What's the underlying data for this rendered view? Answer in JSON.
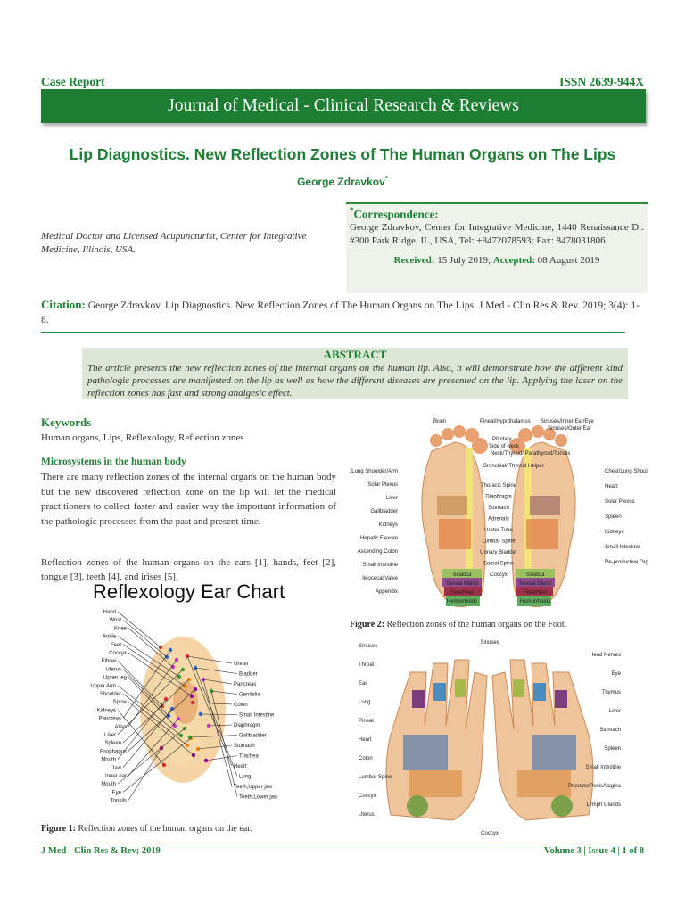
{
  "header": {
    "type_label": "Case Report",
    "issn": "ISSN 2639-944X",
    "journal": "Journal of Medical - Clinical Research & Reviews"
  },
  "article": {
    "title": "Lip Diagnostics. New Reflection Zones of The Human Organs on The Lips",
    "author": "George Zdravkov",
    "author_mark": "*",
    "affiliation": "Medical Doctor and Licensed Acupuncturist, Center for Integrative Medicine, Illinois, USA."
  },
  "correspondence": {
    "heading": "Correspondence:",
    "mark": "*",
    "text": "George Zdravkov, Center for Integrative Medicine, 1440 Renaissance Dr. #300 Park Ridge, IL, USA, Tel: +8472078593; Fax: 8478031806.",
    "received_label": "Received:",
    "received": "15 July 2019;",
    "accepted_label": "Accepted:",
    "accepted": "08 August 2019"
  },
  "citation": {
    "label": "Citation:",
    "text": "George Zdravkov. Lip Diagnostics. New Reflection Zones of The Human Organs on The Lips. J Med - Clin Res & Rev. 2019; 3(4): 1-8."
  },
  "abstract": {
    "heading": "ABSTRACT",
    "text": "The article presents the new reflection zones of the internal organs on the human lip. Also, it will demonstrate how the different kind pathologic processes are manifested on the lip as well as how the different diseases are presented on the lip. Applying the laser on the reflection zones has fast and strong analgesic effect."
  },
  "keywords": {
    "heading": "Keywords",
    "text": "Human organs, Lips, Reflexology, Reflection zones"
  },
  "section": {
    "heading": "Microsystems in the human body",
    "para1": "There are many reflection zones of the internal organs on the human body but the new discovered reflection zone on the lip will let the medical practitioners to collect faster and easier way the important information of the pathologic processes from the past and present time.",
    "para2": "Reflection zones of the human organs on the ears [1], hands, feet [2], tongue [3], teeth [4], and irises [5]."
  },
  "figure1": {
    "chart_title": "Reflexology Ear Chart",
    "caption_label": "Figure 1:",
    "caption": "Reflection zones of the human organs on the ear.",
    "labels_left": [
      "Hand",
      "Wrist",
      "Knee",
      "Ankle",
      "Feet",
      "Coccyx",
      "Elbow",
      "Uterus",
      "Upper leg",
      "Upper Arm",
      "Shoulder",
      "Spine",
      "Kidneys",
      "Pancreas",
      "Atlas",
      "Liver",
      "Spleen",
      "Esophagus",
      "Mouth",
      "Jaw",
      "Inner ear",
      "Mouth",
      "Eye",
      "Tonsils"
    ],
    "labels_right": [
      "Ureter",
      "Bladder",
      "Pancreas",
      "Genitalia",
      "Colon",
      "Small Intestine",
      "Diaphragm",
      "Gallbladder",
      "Stomach",
      "Trachea",
      "Heart",
      "Lung",
      "Teeth,Upper jaw",
      "Teeth,Lower jaw"
    ]
  },
  "figure2": {
    "caption_label": "Figure 2:",
    "caption": "Reflection zones of the human organs on the Foot.",
    "labels_top": [
      "Brain",
      "Pineal/Hypothalamus",
      "Sinuses/Inner Ear/Eye",
      "Sinuses/Outer Ear",
      "Pituitary",
      "Side of Neck",
      "Neck/Thyroid/ Parathyroid/Tonsils",
      "Bronchial/ Thyroid Helper"
    ],
    "labels_left": [
      "Chest/Lung Shoulder/Arm",
      "Solar Plexus",
      "Liver",
      "Gallbladder",
      "Kidneys",
      "Hepatic Flexure",
      "Ascending Colon",
      "Small Intestine",
      "Ileocecal Valve",
      "Appendix"
    ],
    "labels_mid": [
      "Thoracic Spine",
      "Diaphragm",
      "Stomach",
      "Adrenals",
      "Ureter Tube",
      "Lumbar Spine",
      "Urinary Bladder",
      "Sacral Spine",
      "Coccyx"
    ],
    "labels_right": [
      "Chest/Lung Shoulder/Arm",
      "Heart",
      "Solar Plexus",
      "Spleen",
      "Kidneys",
      "Small Intestine",
      "Re-productive Organ Dis."
    ],
    "heel_labels": [
      "Sciatica",
      "Sexual Gland",
      "Feet/Heel",
      "Hemorrhoids"
    ]
  },
  "figure3": {
    "labels": [
      "Sinuses",
      "Head Nerves",
      "Throat",
      "Eye",
      "Ear",
      "Thymus",
      "Lung",
      "Liver",
      "Pineal",
      "Stomach",
      "Heart",
      "Spleen",
      "Colon",
      "Small Intestine",
      "Lumbar Spine",
      "Prostate/Penis/Vagina",
      "Coccyx",
      "Lymph Glands",
      "Uterus"
    ]
  },
  "footer": {
    "left": "J Med - Clin Res & Rev; 2019",
    "right": "Volume 3 | Issue 4 | 1 of 8"
  }
}
